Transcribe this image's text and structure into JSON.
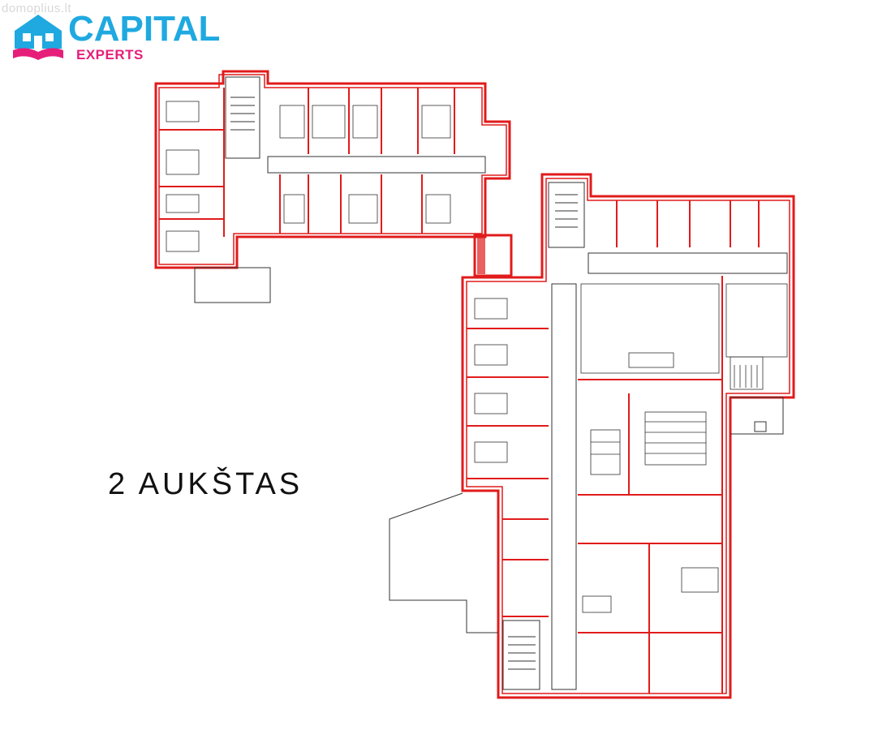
{
  "watermark": {
    "text": "domoplius.lt"
  },
  "logo": {
    "title": "CAPITAL",
    "subtitle": "EXPERTS",
    "brand_blue": "#1fa9e0",
    "brand_pink": "#e61e79"
  },
  "floor_label": "2 AUKŠTAS",
  "colors": {
    "wall": "#e11b1b",
    "line": "#333333",
    "background": "#ffffff"
  }
}
